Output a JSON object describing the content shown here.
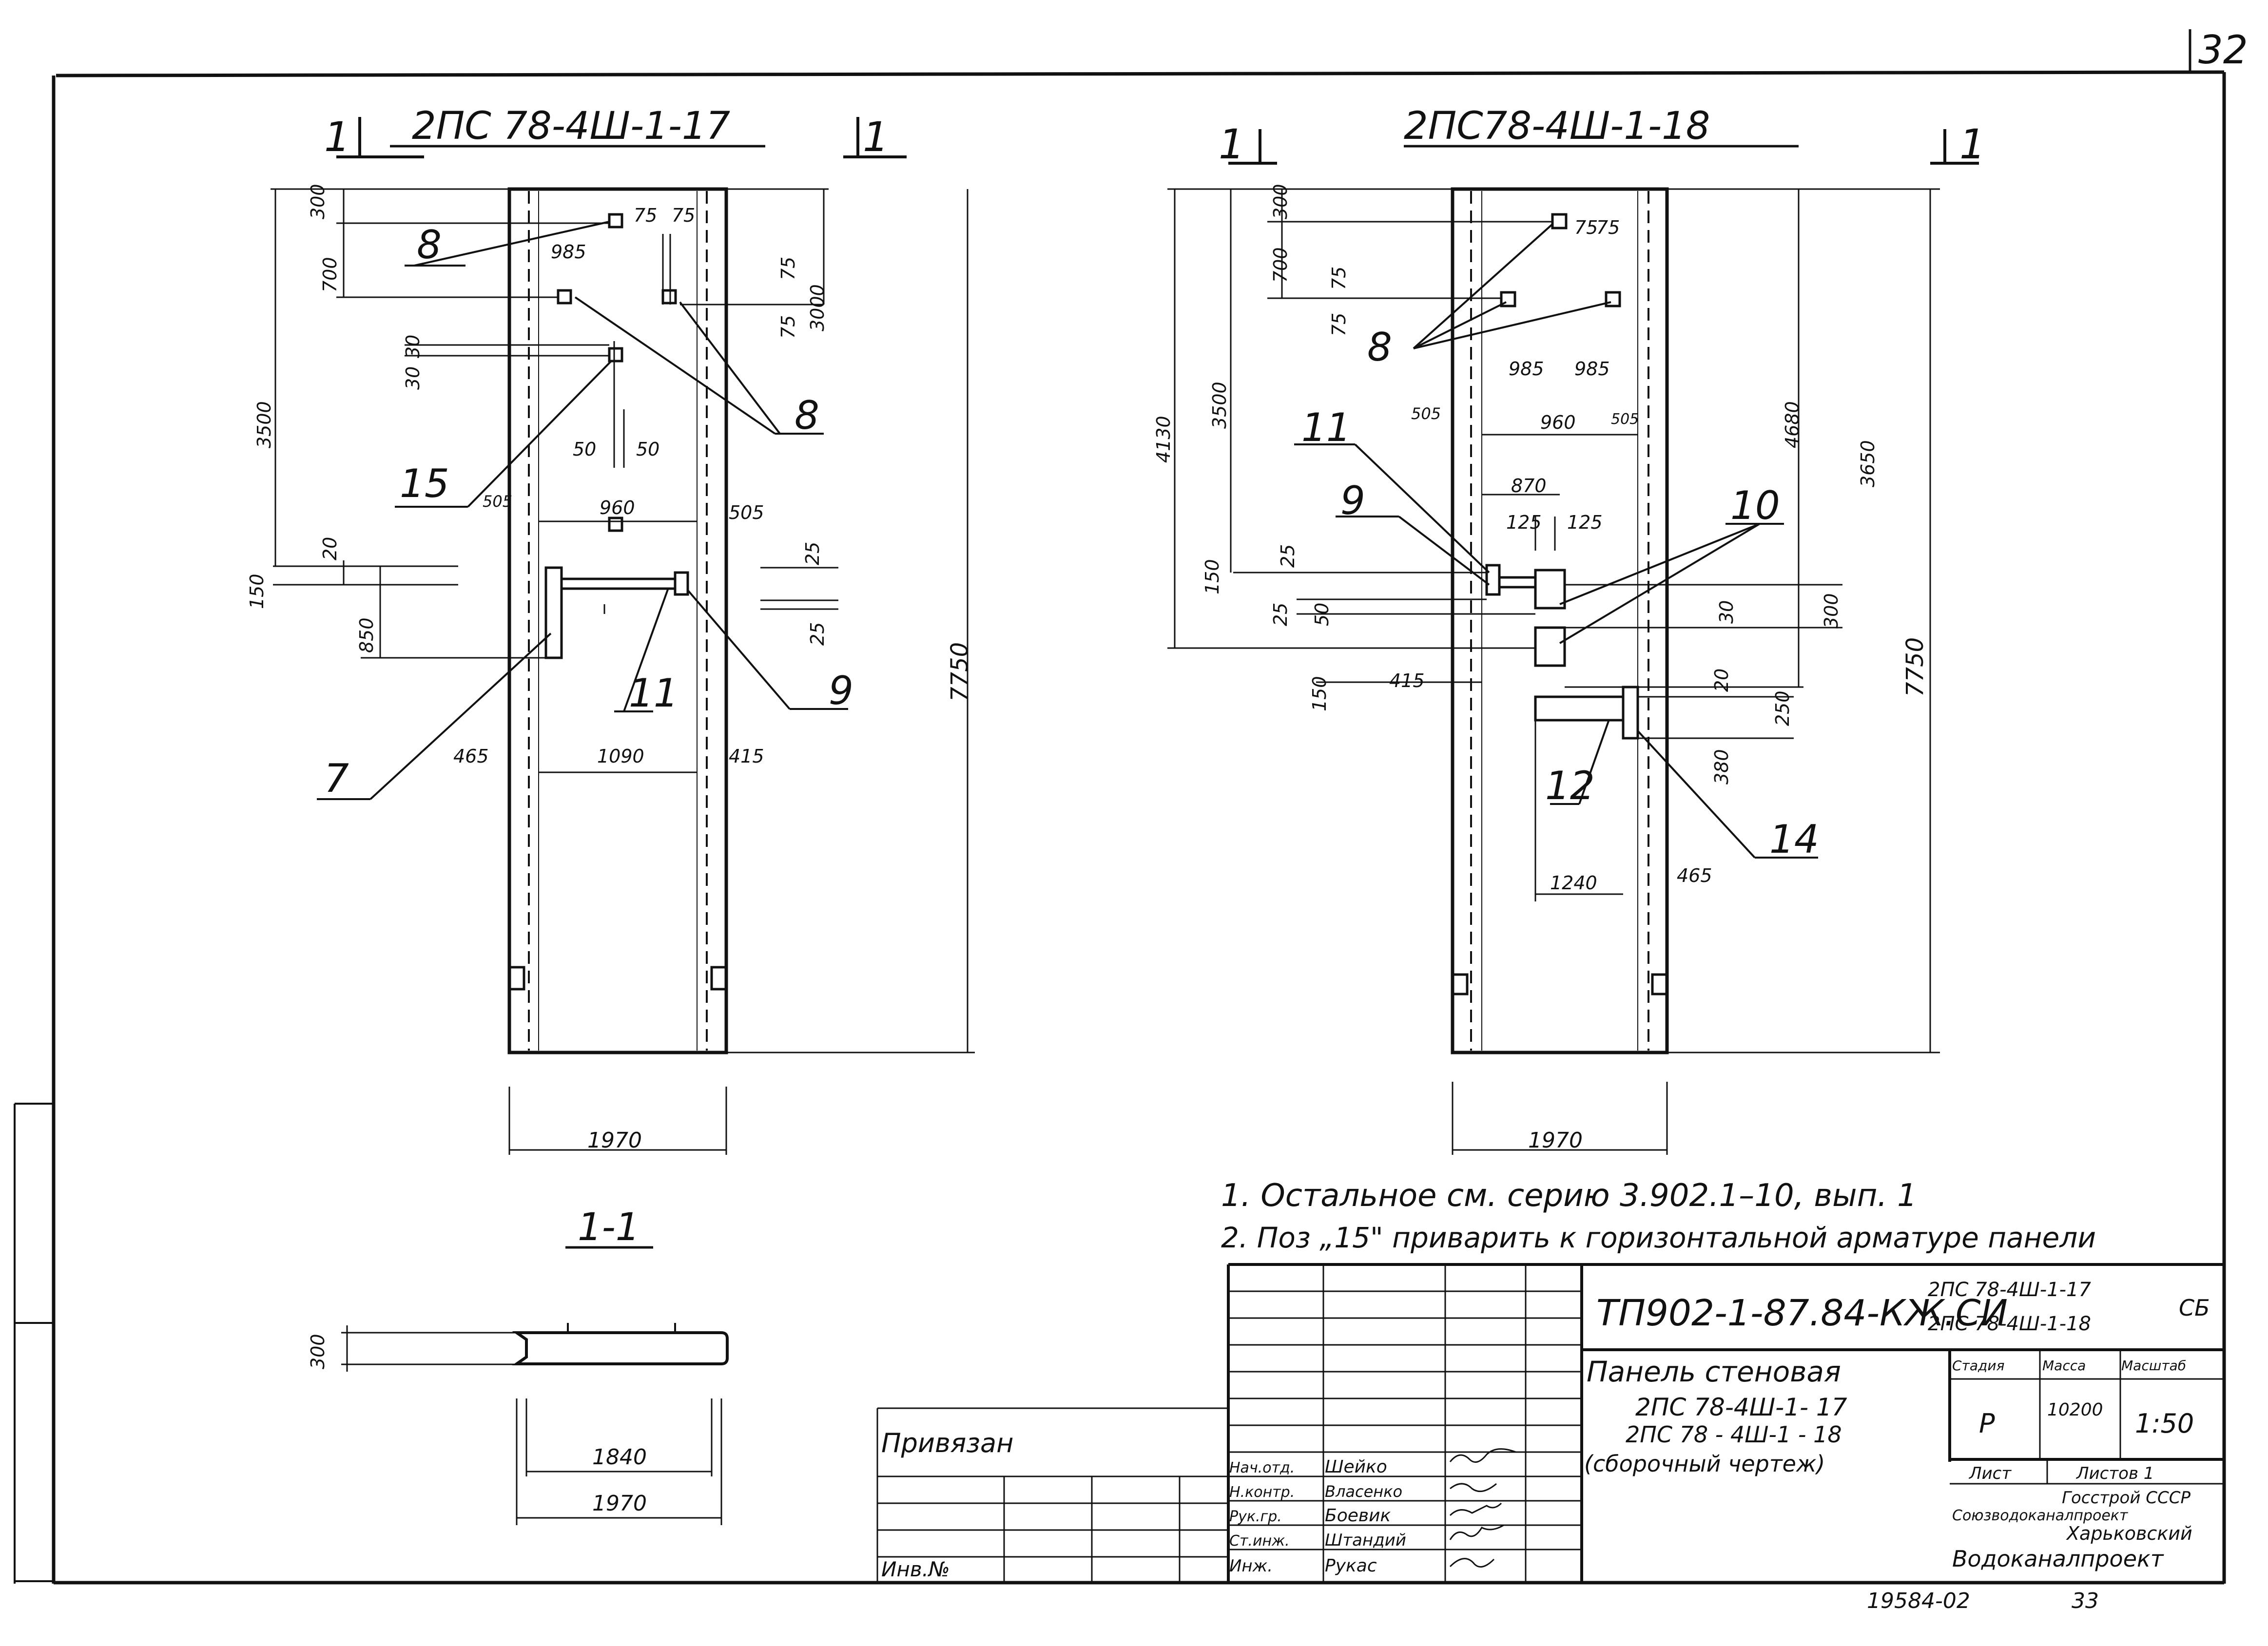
{
  "sheet": {
    "page_number": "32",
    "bottom_code": "19584-02",
    "bottom_page": "33"
  },
  "left_view": {
    "title": "2ПС 78-4Ш-1-17",
    "section_mark": "1",
    "dims": {
      "d300": "300",
      "d700": "700",
      "d3500": "3500",
      "d150": "150",
      "d20": "20",
      "d850": "850",
      "d3000": "3000",
      "d7750": "7750",
      "d985": "985",
      "d75a": "75",
      "d75b": "75",
      "d75c": "75",
      "d75d": "75",
      "d30a": "30",
      "d30b": "30",
      "d50a": "50",
      "d50b": "50",
      "d960": "960",
      "d505a": "505",
      "d505b": "505",
      "d25a": "25",
      "d25b": "25",
      "d465": "465",
      "d1090": "1090",
      "d415": "415",
      "d1970": "1970"
    },
    "callouts": {
      "c8a": "8",
      "c8b": "8",
      "c15": "15",
      "c11": "11",
      "c9": "9",
      "c7": "7"
    }
  },
  "right_view": {
    "title": "2ПС78-4Ш-1-18",
    "section_mark": "1",
    "dims": {
      "d300": "300",
      "d700": "700",
      "d4130": "4130",
      "d3500": "3500",
      "d75a": "75",
      "d75b": "75",
      "d75c": "75",
      "d75d": "75",
      "d985a": "985",
      "d985b": "985",
      "d505": "505",
      "d960": "960",
      "d505b": "505",
      "d4680": "4680",
      "d3650": "3650",
      "d870": "870",
      "d125a": "125",
      "d125b": "125",
      "d150a": "150",
      "d25a": "25",
      "d25b": "25",
      "d50": "50",
      "d150b": "150",
      "d415": "415",
      "d30": "30",
      "d300b": "300",
      "d20": "20",
      "d250": "250",
      "d380": "380",
      "d7750": "7750",
      "d1240": "1240",
      "d465": "465",
      "d1970": "1970"
    },
    "callouts": {
      "c11": "11",
      "c8": "8",
      "c9": "9",
      "c10": "10",
      "c12": "12",
      "c14": "14"
    }
  },
  "section": {
    "title": "1-1",
    "d300": "300",
    "d1840": "1840",
    "d1970": "1970"
  },
  "notes": [
    "1. Остальное см. серию  3.902.1–10,  вып. 1",
    "2. Поз „15\" приварить  к горизонтальной арматуре панели"
  ],
  "title_block": {
    "project_code": "ТП902-1-87.84-КЖ.СИ",
    "mark_line1": "2ПС 78-4Ш-1-17",
    "mark_line2": "2ПС 78-4Ш-1-18",
    "mark_suffix": "СБ",
    "name_line1": "Панель стеновая",
    "name_line2": "2ПС 78-4Ш-1- 17",
    "name_line3": "2ПС 78 - 4Ш-1 - 18",
    "name_line4": "(сборочный чертеж)",
    "stage_header": "Стадия",
    "mass_header": "Масса",
    "scale_header": "Масштаб",
    "stage": "Р",
    "mass": "10200",
    "scale": "1:50",
    "sheet_label": "Лист",
    "sheets_label": "Листов 1",
    "org_line1": "Госстрой СССР",
    "org_line2": "Союзводоканалпроект",
    "org_line3": "Харьковский",
    "org_line4": "Водоканалпроект",
    "roles": [
      "Нач.отд.",
      "Н.контр.",
      "Рук.гр.",
      "Ст.инж.",
      "Инж."
    ],
    "names": [
      "Шейко",
      "Власенко",
      "Боевик",
      "Штандий",
      "Рукас"
    ],
    "privyazan": "Привязан",
    "inv_no": "Инв.№"
  }
}
